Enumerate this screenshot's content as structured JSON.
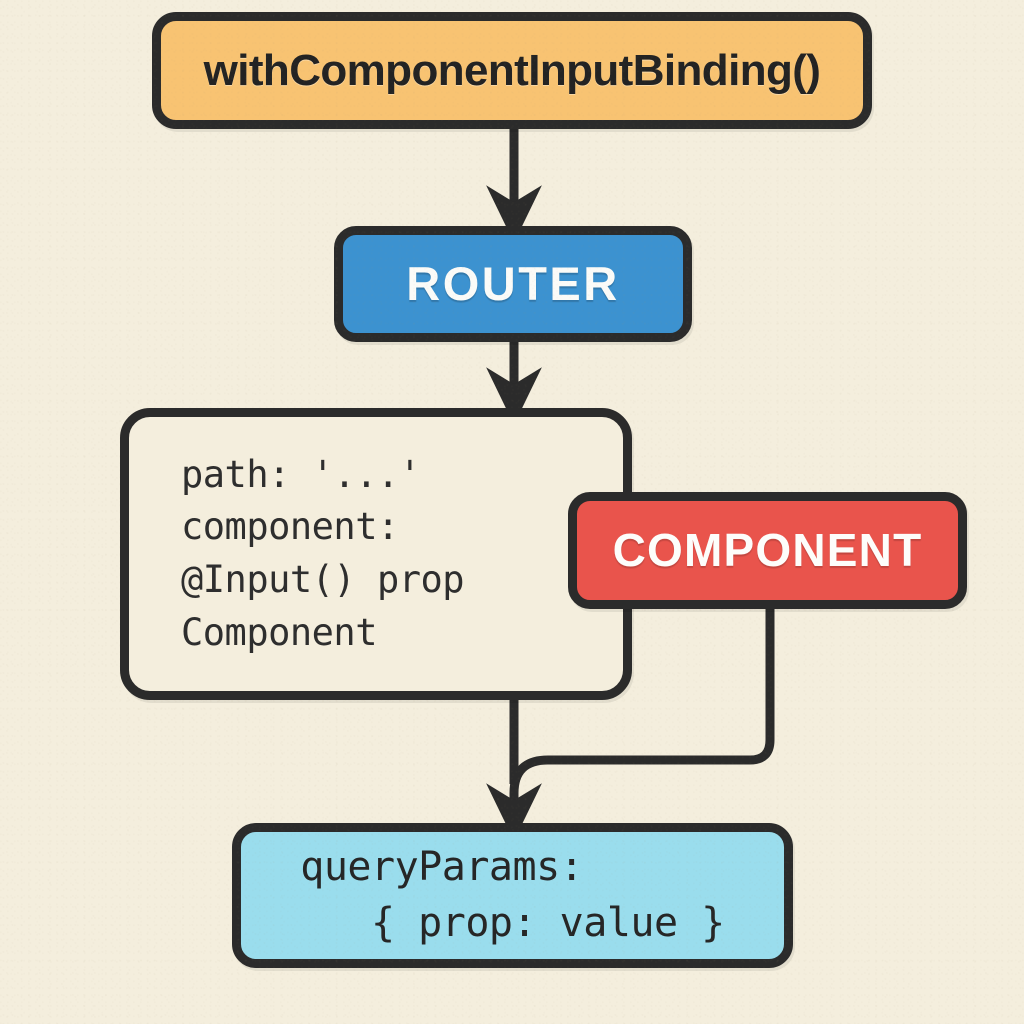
{
  "diagram": {
    "title": "Angular withComponentInputBinding flow",
    "background_color": "#f4eedd",
    "stroke_color": "#2b2b2b",
    "nodes": [
      {
        "id": "with-binding",
        "label": "withComponentInputBinding()",
        "shape": "rounded-rectangle",
        "fill": "#f8c372",
        "text_color": "#232323"
      },
      {
        "id": "router",
        "label": "ROUTER",
        "shape": "rounded-rectangle",
        "fill": "#3c92d0",
        "text_color": "#fbfbf8"
      },
      {
        "id": "route-config",
        "label": "path: '...'\ncomponent:\n@Input() prop\nComponent",
        "lines": [
          "path: '...'",
          "component:",
          "@Input() prop",
          "Component"
        ],
        "shape": "rounded-rectangle-outline",
        "fill": "#f4eedd",
        "text_color": "#2e2e2e"
      },
      {
        "id": "component",
        "label": "COMPONENT",
        "shape": "rounded-rectangle",
        "fill": "#e9544c",
        "text_color": "#fdfdfb"
      },
      {
        "id": "query-params",
        "label": "queryParams:\n   { prop: value }",
        "lines": [
          "queryParams:",
          "   { prop: value }"
        ],
        "shape": "rounded-rectangle",
        "fill": "#9added",
        "text_color": "#262626"
      }
    ],
    "edges": [
      {
        "id": "edge-binding-to-router",
        "from": "with-binding",
        "to": "router",
        "arrow": true
      },
      {
        "id": "edge-router-to-route-config",
        "from": "router",
        "to": "route-config",
        "arrow": true
      },
      {
        "id": "edge-route-config-to-query-params",
        "from": "route-config",
        "to": "query-params",
        "arrow": true
      },
      {
        "id": "edge-route-config-to-component",
        "from": "route-config",
        "to": "component",
        "arrow": false
      },
      {
        "id": "edge-component-to-query-params",
        "from": "component",
        "to": "query-params",
        "arrow": false
      }
    ]
  }
}
